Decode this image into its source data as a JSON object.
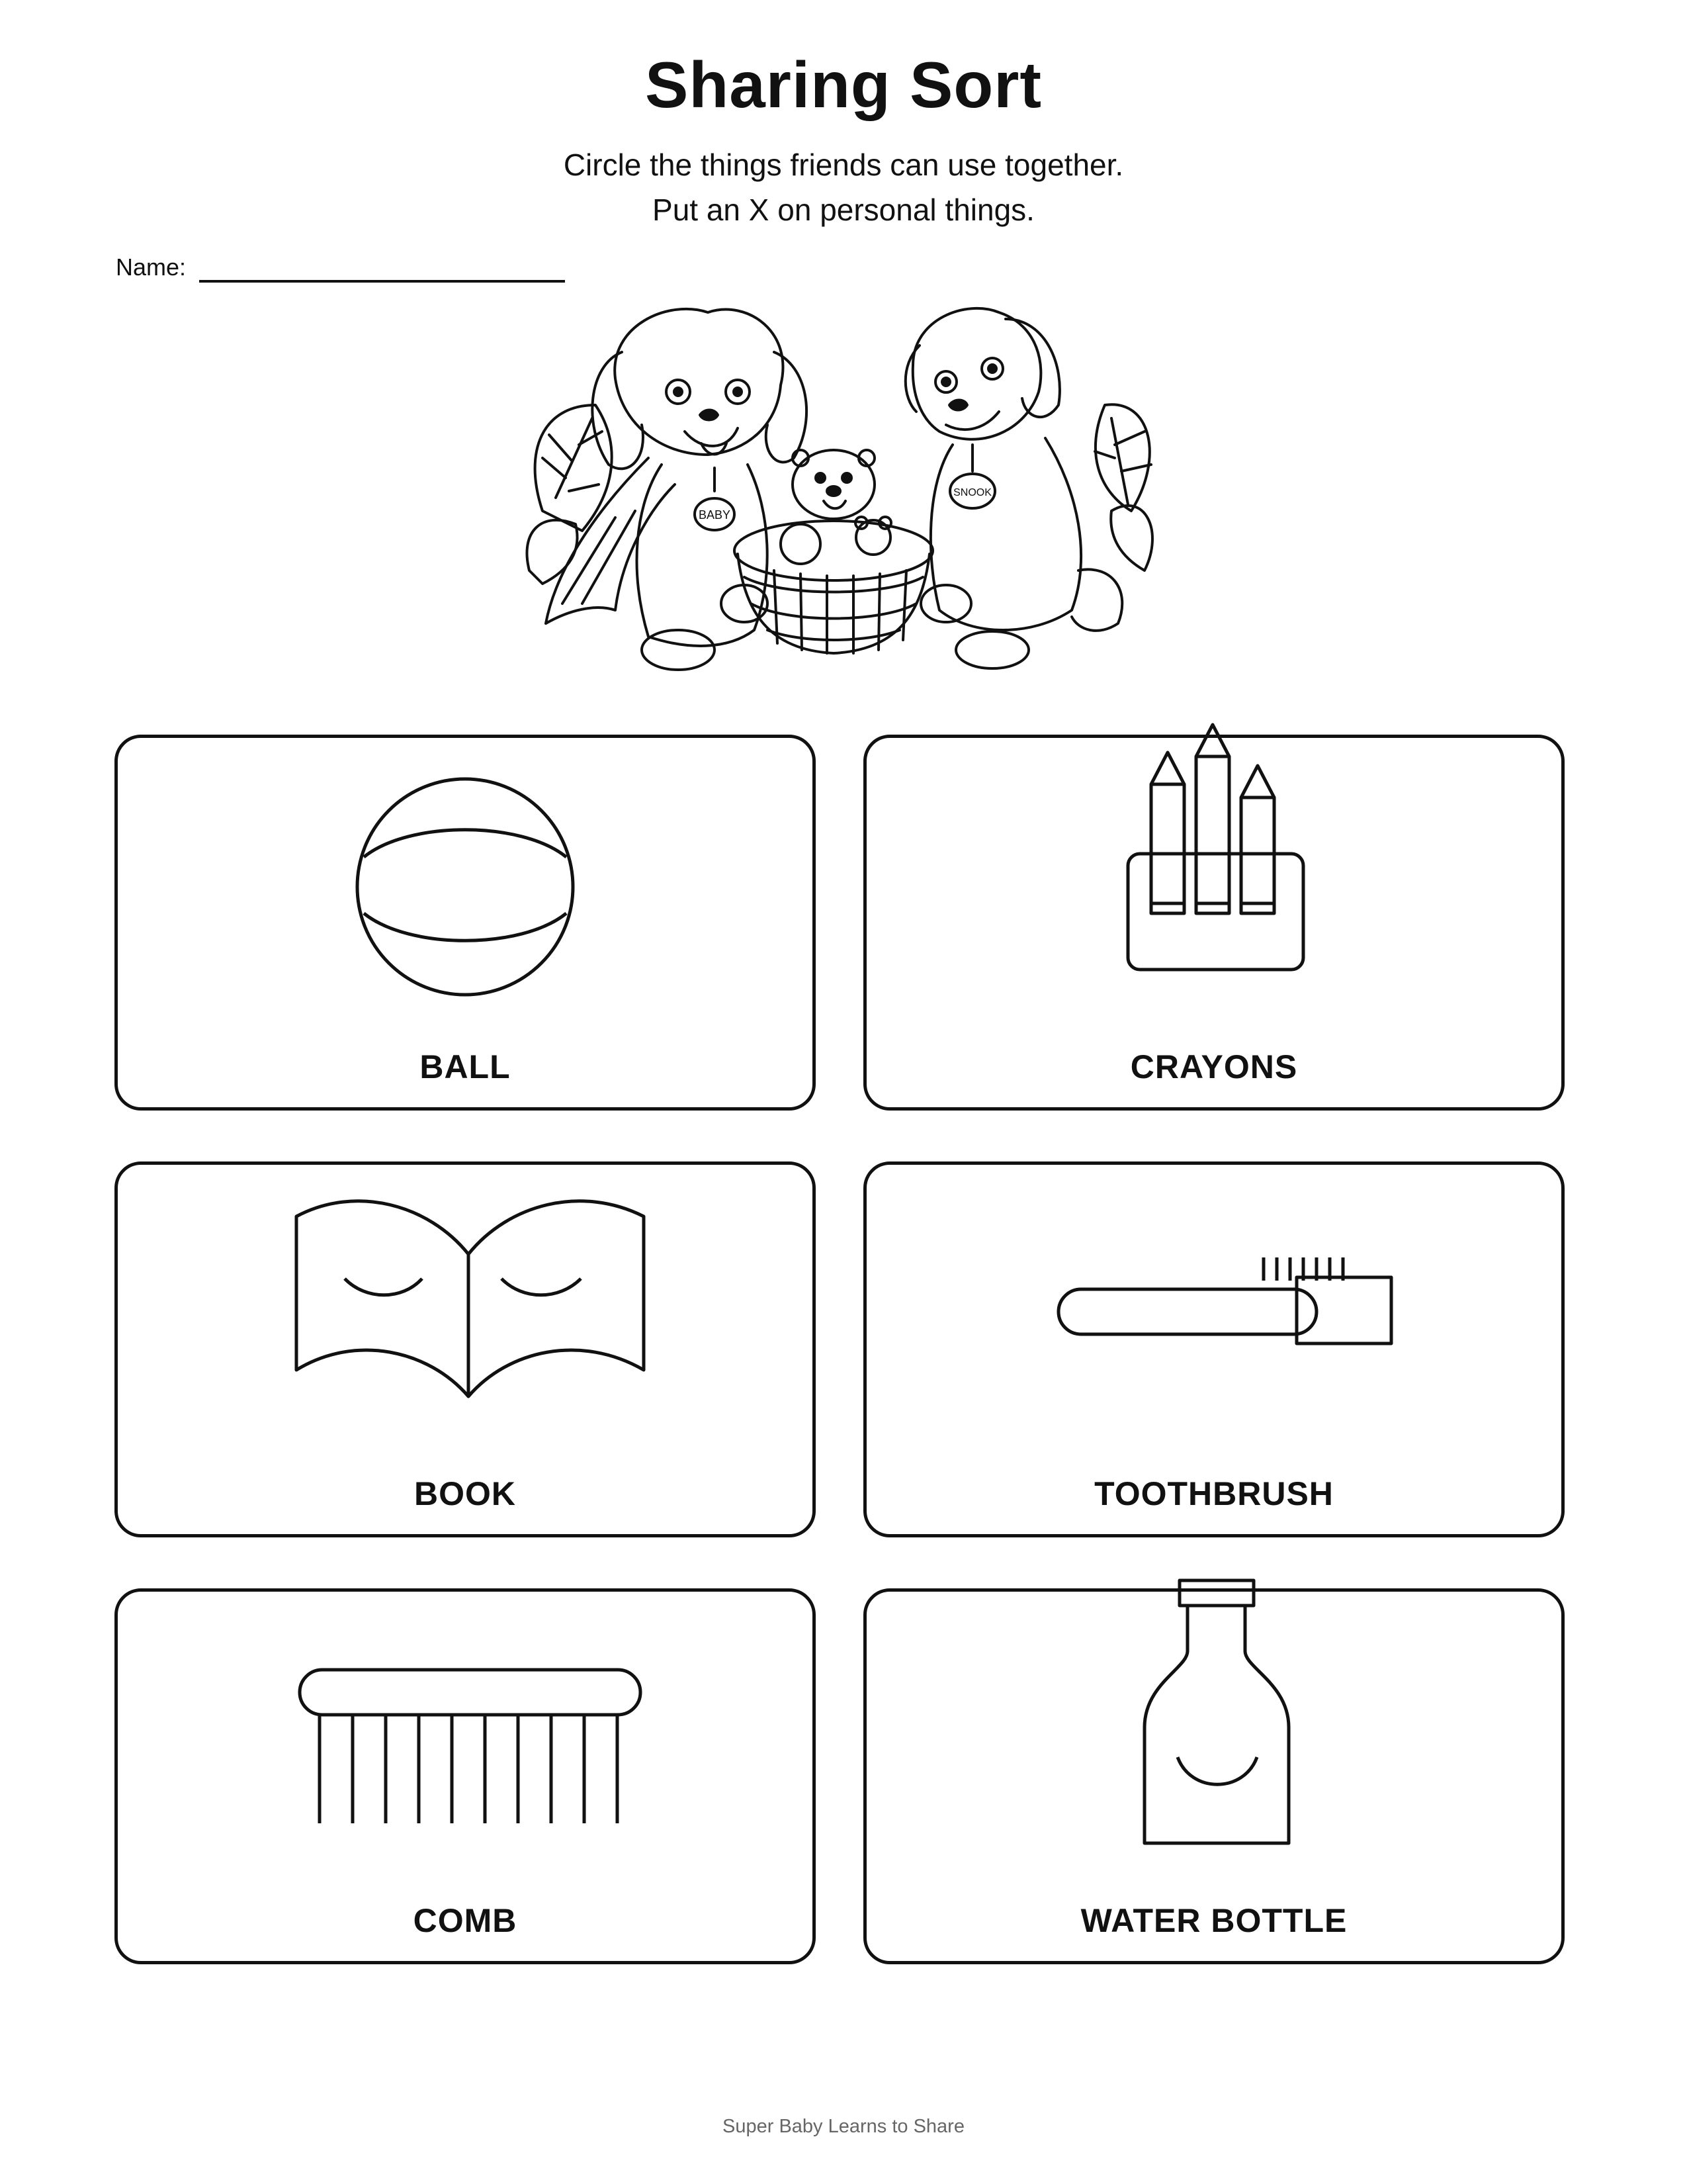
{
  "worksheet": {
    "title": "Sharing Sort",
    "instructions": [
      "Circle the things friends can use together.",
      "Put an X on personal things."
    ],
    "name_label": "Name:",
    "illustration": {
      "tags": [
        "BABY",
        "SNOOK"
      ]
    },
    "items": [
      {
        "label": "BALL",
        "icon": "ball-icon"
      },
      {
        "label": "CRAYONS",
        "icon": "crayons-icon"
      },
      {
        "label": "BOOK",
        "icon": "book-icon"
      },
      {
        "label": "TOOTHBRUSH",
        "icon": "toothbrush-icon"
      },
      {
        "label": "COMB",
        "icon": "comb-icon"
      },
      {
        "label": "WATER BOTTLE",
        "icon": "water-bottle-icon"
      }
    ],
    "footer": "Super Baby Learns to Share"
  }
}
